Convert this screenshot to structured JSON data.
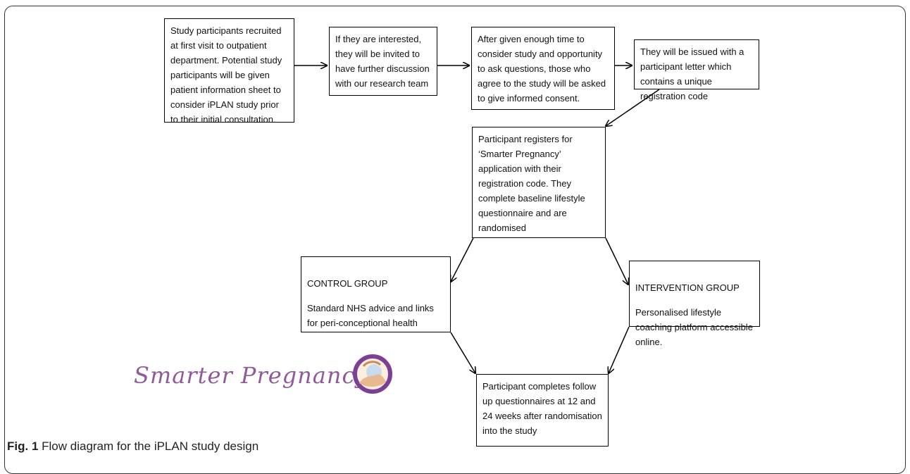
{
  "boxes": {
    "recruit": "Study participants recruited at first visit to outpatient department. Potential study participants will be given patient information sheet to consider iPLAN study prior to their initial consultation.",
    "interested": "If they are interested, they will be invited to have further discussion with our research team",
    "consent": "After given enough time to consider study and opportunity to ask questions, those who agree to the study will be asked to give informed consent.",
    "letter": "They will be issued with a participant letter which contains a unique registration code",
    "register": "Participant registers for ‘Smarter Pregnancy’ application with their registration code. They complete baseline lifestyle questionnaire and are randomised",
    "control_title": "CONTROL GROUP",
    "control_body": "Standard NHS advice and links for peri-conceptional health",
    "intervention_title": "INTERVENTION GROUP",
    "intervention_body": "Personalised lifestyle coaching platform accessible online.",
    "followup": "Participant completes follow up questionnaires at 12 and 24 weeks after randomisation into the study"
  },
  "logo": {
    "text": "Smarter Pregnancy"
  },
  "caption": {
    "label": "Fig. 1",
    "text": "Flow diagram for the iPLAN study design"
  },
  "colors": {
    "logo": "#8e5a9a",
    "badge_ring": "#7b3f95"
  }
}
